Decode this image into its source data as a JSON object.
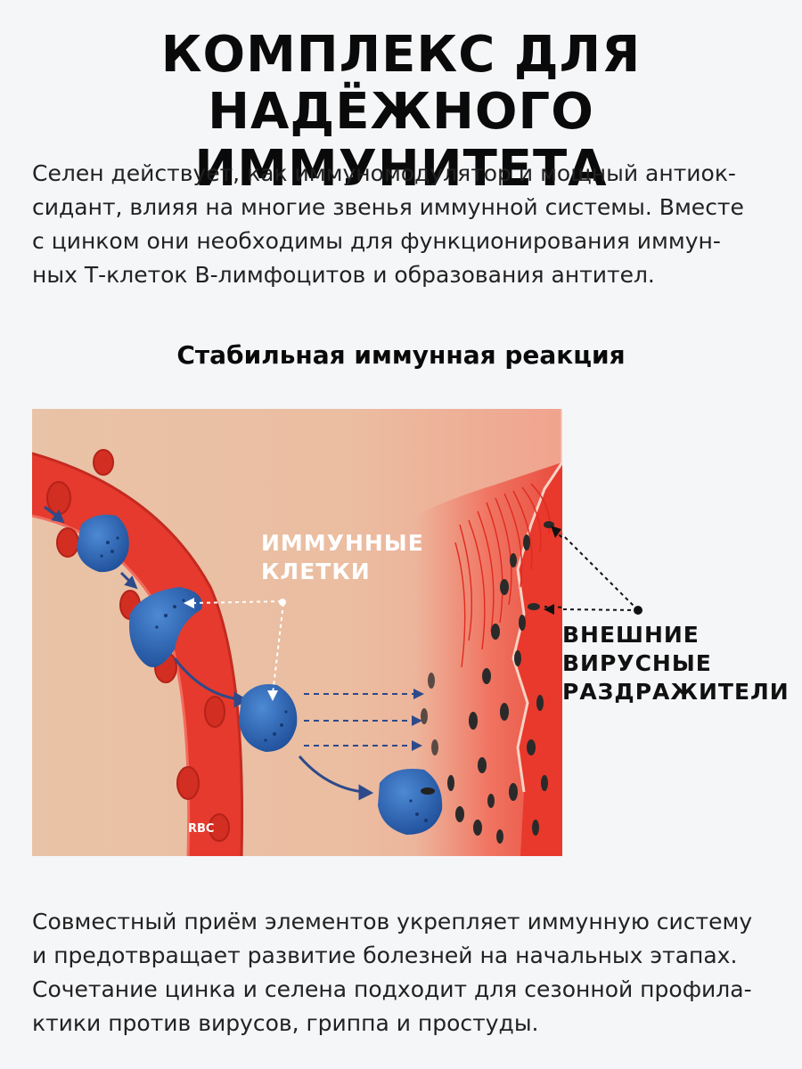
{
  "title": {
    "line1": "КОМПЛЕКС ДЛЯ НАДЁЖНОГО",
    "line2": "ИММУНИТЕТА"
  },
  "intro": {
    "lines": [
      "Селен действует, как иммуномодулятор и мощный антиок-",
      "сидант, влияя на многие звенья иммунной системы. Вместе",
      "с цинком они необходимы для функционирования иммун-",
      "ных Т-клеток В-лимфоцитов и образования антител."
    ]
  },
  "section_title": "Стабильная иммунная реакция",
  "illustration": {
    "immune_label": [
      "ИММУННЫЕ",
      "КЛЕТКИ"
    ],
    "virus_label": [
      "ВНЕШНИЕ",
      "ВИРУСНЫЕ",
      "РАЗДРАЖИТЕЛИ"
    ],
    "rbc_label": "RBC",
    "colors": {
      "background": "#e9c1a4",
      "vessel": "#e8392c",
      "immune_cell": "#2a64b3",
      "tissue_edge": "#f05a4a",
      "virus": "#2b2b2b"
    }
  },
  "outro": {
    "lines": [
      "Совместный приём элементов укрепляет иммунную систему",
      "и предотвращает развитие болезней на начальных этапах.",
      "Сочетание цинка и селена подходит для сезонной профила-",
      "ктики против вирусов, гриппа и простуды."
    ]
  }
}
